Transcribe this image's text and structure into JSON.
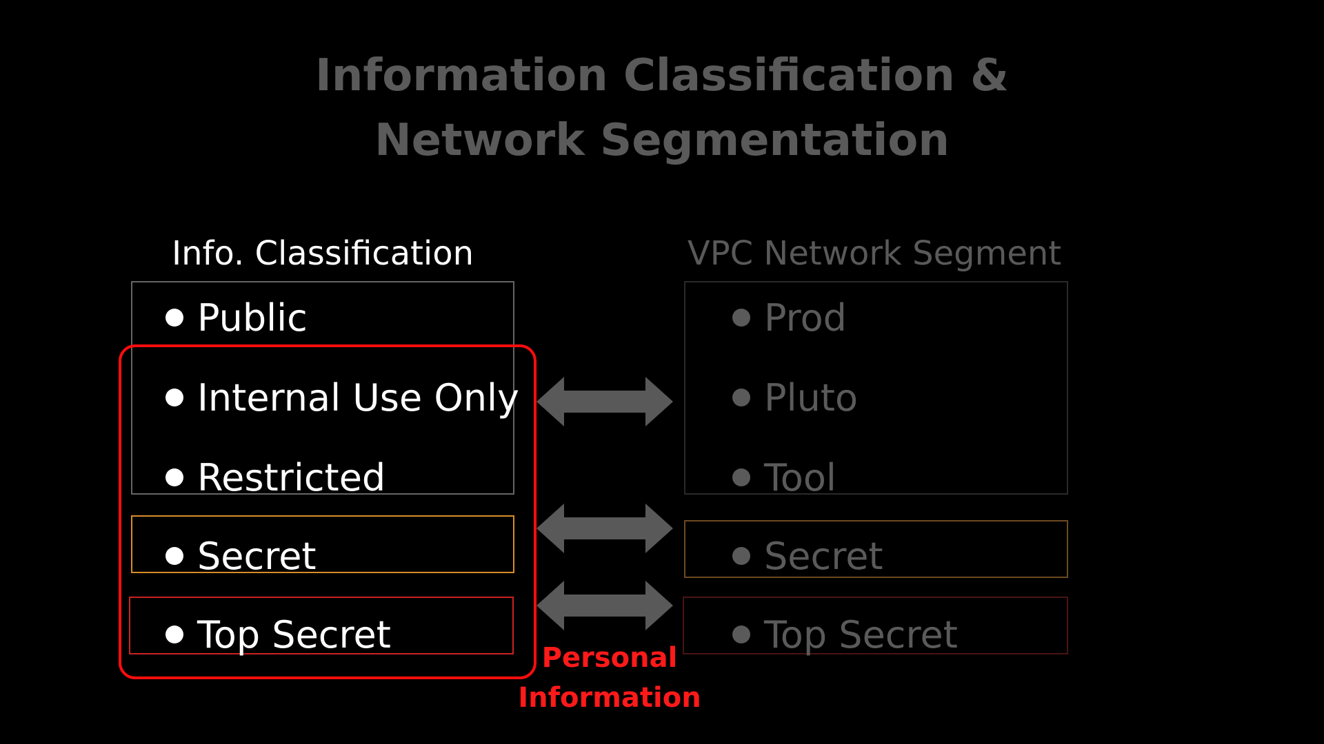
{
  "title": {
    "line1": "Information Classification &",
    "line2": "Network Segmentation"
  },
  "left_column": {
    "header": "Info. Classification",
    "items": [
      "Public",
      "Internal Use Only",
      "Restricted",
      "Secret",
      "Top Secret"
    ]
  },
  "right_column": {
    "header": "VPC Network Segment",
    "items": [
      "Prod",
      "Pluto",
      "Tool",
      "Secret",
      "Top Secret"
    ]
  },
  "personal_information": {
    "line1": "Personal",
    "line2": "Information"
  },
  "colors": {
    "background": "#000000",
    "title_text": "#5a5a5a",
    "left_text": "#ffffff",
    "right_text": "#5a5a5a",
    "highlight_red": "#ff0d0d",
    "secret_orange": "#d98c2a",
    "top_secret_red": "#cc2222",
    "arrow_gray": "#595959"
  },
  "icons": {
    "bullet": "filled-circle",
    "connector": "double-headed-arrow"
  }
}
